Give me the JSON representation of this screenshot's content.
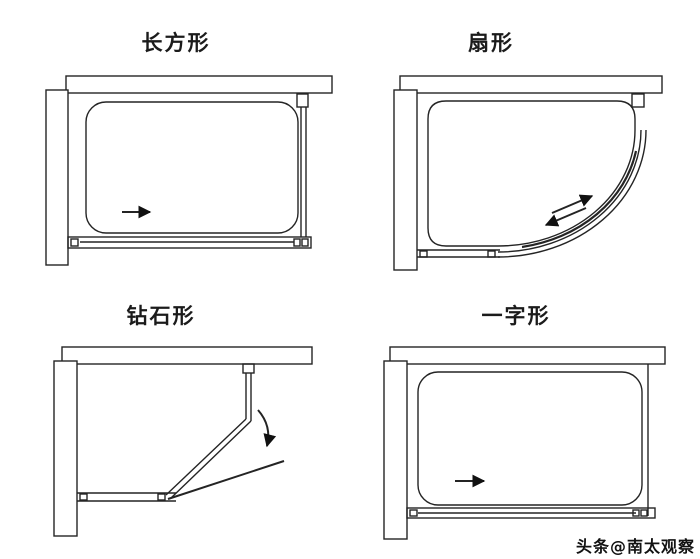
{
  "diagram": {
    "panels": [
      {
        "id": "rectangle",
        "label": "长方形"
      },
      {
        "id": "fan",
        "label": "扇形"
      },
      {
        "id": "diamond",
        "label": "钻石形"
      },
      {
        "id": "inline",
        "label": "一字形"
      }
    ],
    "watermark": "头条@南太观察",
    "colors": {
      "line": "#1f1f1f",
      "background": "#ffffff"
    }
  }
}
